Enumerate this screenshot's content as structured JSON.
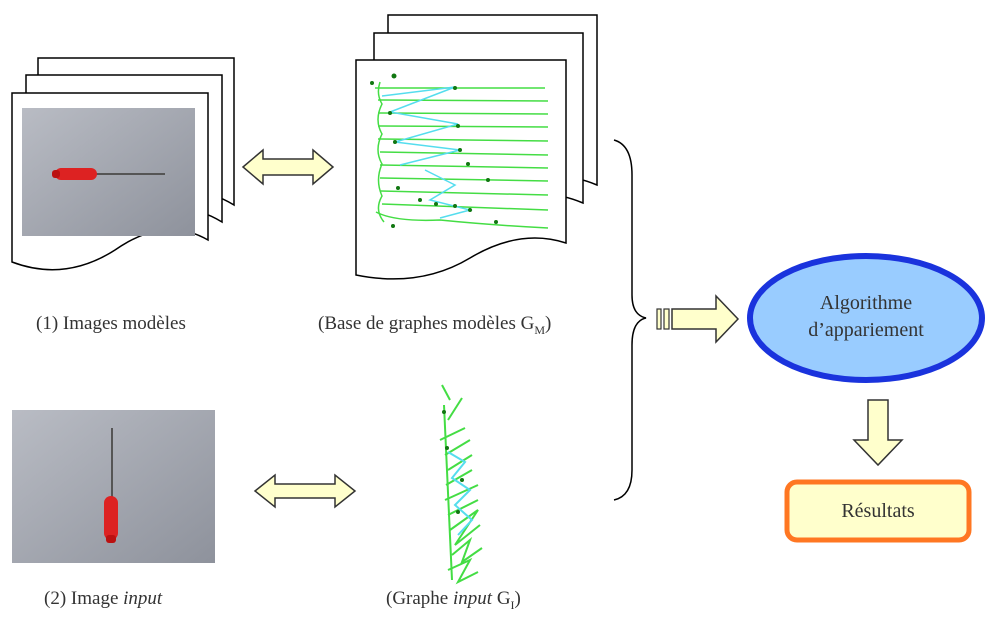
{
  "labels": {
    "model_images": "(1) Images modèles",
    "model_graphs_prefix": "(Base de graphes modèles G",
    "model_graphs_sub": "M",
    "model_graphs_suffix": ")",
    "input_image_prefix": "(2) Image ",
    "input_image_em": "input",
    "input_graph_prefix": "(Graphe ",
    "input_graph_em": "input",
    "input_graph_mid": " G",
    "input_graph_sub": "I",
    "input_graph_suffix": ")"
  },
  "algorithm": {
    "line1": "Algorithme",
    "line2": "d’appariement"
  },
  "results": {
    "label": "Résultats"
  },
  "colors": {
    "arrow_fill": "#ffffcc",
    "ellipse_fill": "#99ccff",
    "ellipse_stroke": "#1a33dd",
    "results_stroke": "#ff7722",
    "results_fill": "#ffffcc",
    "graph_green": "#44dd44",
    "graph_cyan": "#55ddee"
  }
}
